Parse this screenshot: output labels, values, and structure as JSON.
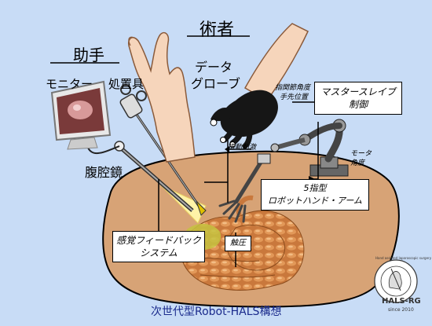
{
  "labels": {
    "surgeon": "術者",
    "assistant": "助手",
    "monitor": "モニター",
    "instrument": "処置具",
    "data_glove_line1": "データ",
    "data_glove_line2": "グローブ",
    "laparoscope": "腹腔鏡",
    "joint_angle_line1": "指関節角度",
    "joint_angle_line2": "手先位置",
    "vibration": "振動刺激",
    "motor_angle_line1": "モータ",
    "motor_angle_line2": "角度",
    "pressure": "触圧",
    "caption": "次世代型Robot-HALS構想"
  },
  "boxes": {
    "master_slave_line1": "マスタースレイブ",
    "master_slave_line2": "制御",
    "robot_hand_line1": "5指型",
    "robot_hand_line2": "ロボットハンド・アーム",
    "sensory_feedback_line1": "感覚フィードバック",
    "sensory_feedback_line2": "システム"
  },
  "logo": {
    "ring_text": "Hand assisted laparoscopic surgery",
    "name": "HALS-RG",
    "since": "since 2010"
  },
  "colors": {
    "background": "#c8dcf6",
    "abdomen": "#d7a376",
    "skin": "#f6d5bb",
    "glove": "#161616",
    "light_beam": "#fff3a8",
    "intestine": "#c9783c",
    "caption": "#1a2a8c"
  }
}
